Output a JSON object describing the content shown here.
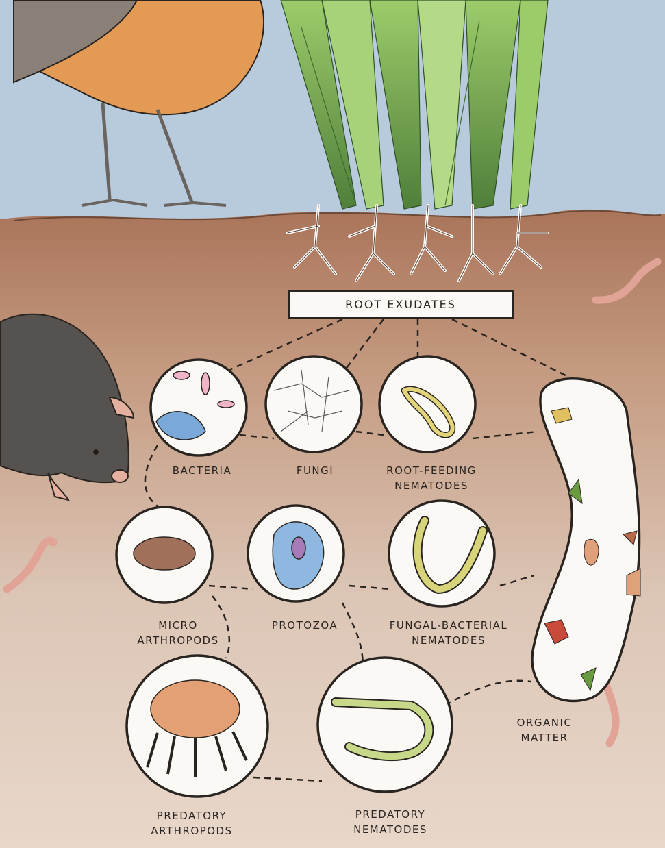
{
  "root_exudates": "ROOT EXUDATES",
  "nodes": {
    "bacteria": [
      "BACTERIA"
    ],
    "fungi": [
      "FUNGI"
    ],
    "root_feeding_nematodes": [
      "ROOT-FEEDING",
      "NEMATODES"
    ],
    "micro_arthropods": [
      "MICRO",
      "ARTHROPODS"
    ],
    "protozoa": [
      "PROTOZOA"
    ],
    "fungal_bacterial_nematodes": [
      "FUNGAL-BACTERIAL",
      "NEMATODES"
    ],
    "predatory_arthropods": [
      "PREDATORY",
      "ARTHROPODS"
    ],
    "predatory_nematodes": [
      "PREDATORY",
      "NEMATODES"
    ],
    "organic_matter": [
      "ORGANIC",
      "MATTER"
    ]
  },
  "colors": {
    "sky": "#b9cde0",
    "soil": "#b9866a",
    "soil_deep": "#d9c3b3",
    "grass": "#8fbf5a",
    "robin_breast": "#e39a55",
    "outline": "#2a2420"
  }
}
